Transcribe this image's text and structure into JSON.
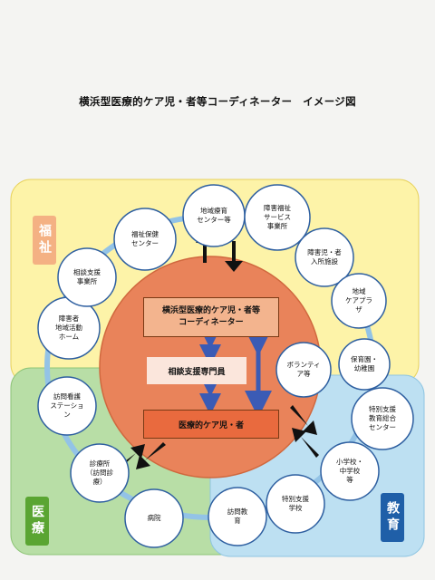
{
  "title": "横浜型医療的ケア児・者等コーディネーター　イメージ図",
  "domains": {
    "welfare": {
      "label": "福祉",
      "color": "#f4b183",
      "bg": "#fdf2a6"
    },
    "medical": {
      "label": "医療",
      "color": "#5aa532",
      "bg": "#b5dca1"
    },
    "education": {
      "label": "教育",
      "color": "#1f5fa8",
      "bg": "#b8ddf0"
    }
  },
  "center": {
    "coordinator": "横浜型医療的ケア児・者等\nコーディネーター",
    "consultant": "相談支援専門員",
    "child": "医療的ケア児・者"
  },
  "nodes": [
    {
      "id": "welfare-health-center",
      "label": "福祉保健\nセンター"
    },
    {
      "id": "community-childcare-center",
      "label": "地域療育\nセンター等"
    },
    {
      "id": "disability-welfare-office",
      "label": "障害福祉\nサービス\n事業所"
    },
    {
      "id": "disability-residential",
      "label": "障害児・者\n入所施設"
    },
    {
      "id": "community-care-plaza",
      "label": "地域\nケアプラ\nザ"
    },
    {
      "id": "nursery-kindergarten",
      "label": "保育園・\n幼稚園"
    },
    {
      "id": "special-support-edu-center",
      "label": "特別支援\n教育総合\nセンター"
    },
    {
      "id": "elementary-junior-high",
      "label": "小学校・\n中学校\n等"
    },
    {
      "id": "special-support-school",
      "label": "特別支援\n学校"
    },
    {
      "id": "home-visit-education",
      "label": "訪問教\n育"
    },
    {
      "id": "hospital",
      "label": "病院"
    },
    {
      "id": "clinic",
      "label": "診療所\n（訪問診\n療）"
    },
    {
      "id": "home-nursing-station",
      "label": "訪問看護\nステーショ\nン"
    },
    {
      "id": "community-activity-home",
      "label": "障害者\n地域活動\nホーム"
    },
    {
      "id": "consultation-support-office",
      "label": "相談支援\n事業所"
    },
    {
      "id": "volunteer",
      "label": "ボランティ\nア等"
    }
  ]
}
